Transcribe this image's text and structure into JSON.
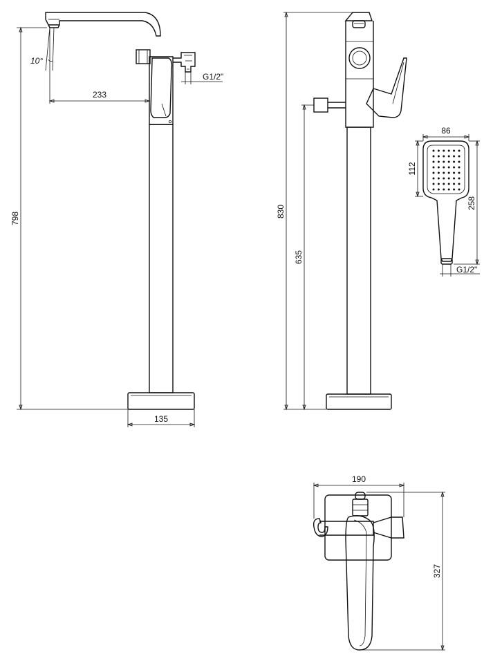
{
  "front_view": {
    "height_label": "798",
    "reach_label": "233",
    "base_width_label": "135",
    "angle_label": "10°",
    "thread_label": "G1/2\""
  },
  "side_view": {
    "height_label": "830",
    "outlet_height_label": "635"
  },
  "hand_shower": {
    "width_label": "86",
    "head_height_label": "112",
    "length_label": "258",
    "thread_label": "G1/2\""
  },
  "top_view": {
    "width_label": "190",
    "depth_label": "327"
  }
}
